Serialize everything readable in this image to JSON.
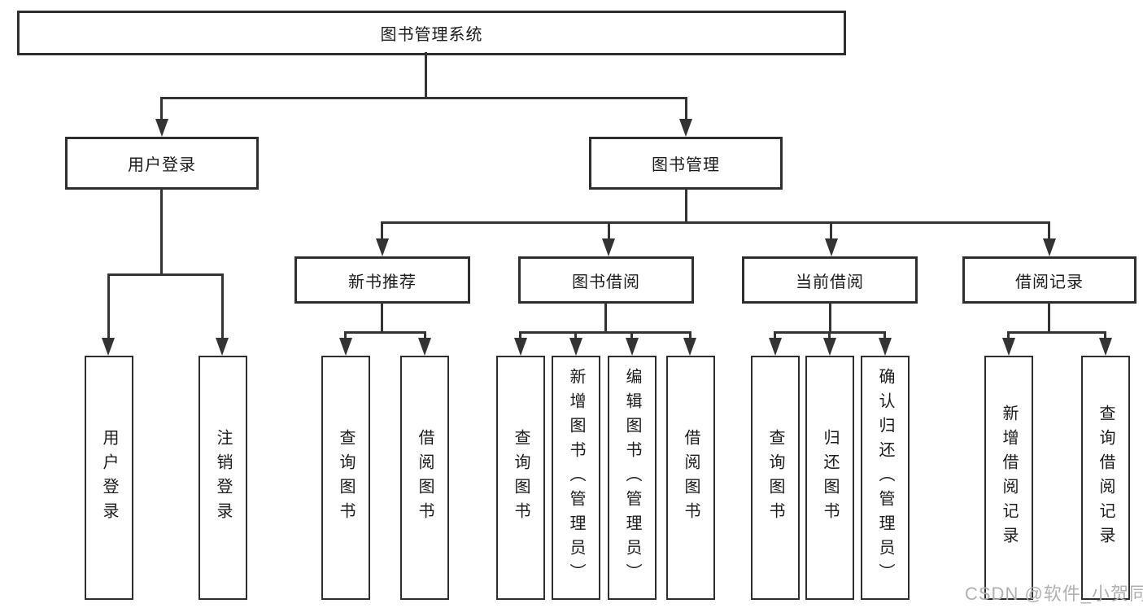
{
  "nodes": {
    "root": "图书管理系统",
    "user_login": "用户登录",
    "book_management": "图书管理",
    "new_book_recommend": "新书推荐",
    "book_borrowing": "图书借阅",
    "current_borrowing": "当前借阅",
    "borrowing_records": "借阅记录"
  },
  "leaves": {
    "login": [
      "用户登录",
      "注销登录"
    ],
    "recommend": [
      "查询图书",
      "借阅图书"
    ],
    "borrowing": [
      "查询图书",
      "新增图书（管理员）",
      "编辑图书（管理员）",
      "借阅图书"
    ],
    "current": [
      "查询图书",
      "归还图书",
      "确认归还（管理员）"
    ],
    "records": [
      "新增借阅记录",
      "查询借阅记录"
    ]
  },
  "watermark": "CSDN @软件_小贺同学",
  "colors": {
    "line": "#333333",
    "box_border": "#2e2e2e",
    "box_fill": "#ffffff",
    "text": "#1b1b1b",
    "watermark": "#b0b0b0"
  }
}
